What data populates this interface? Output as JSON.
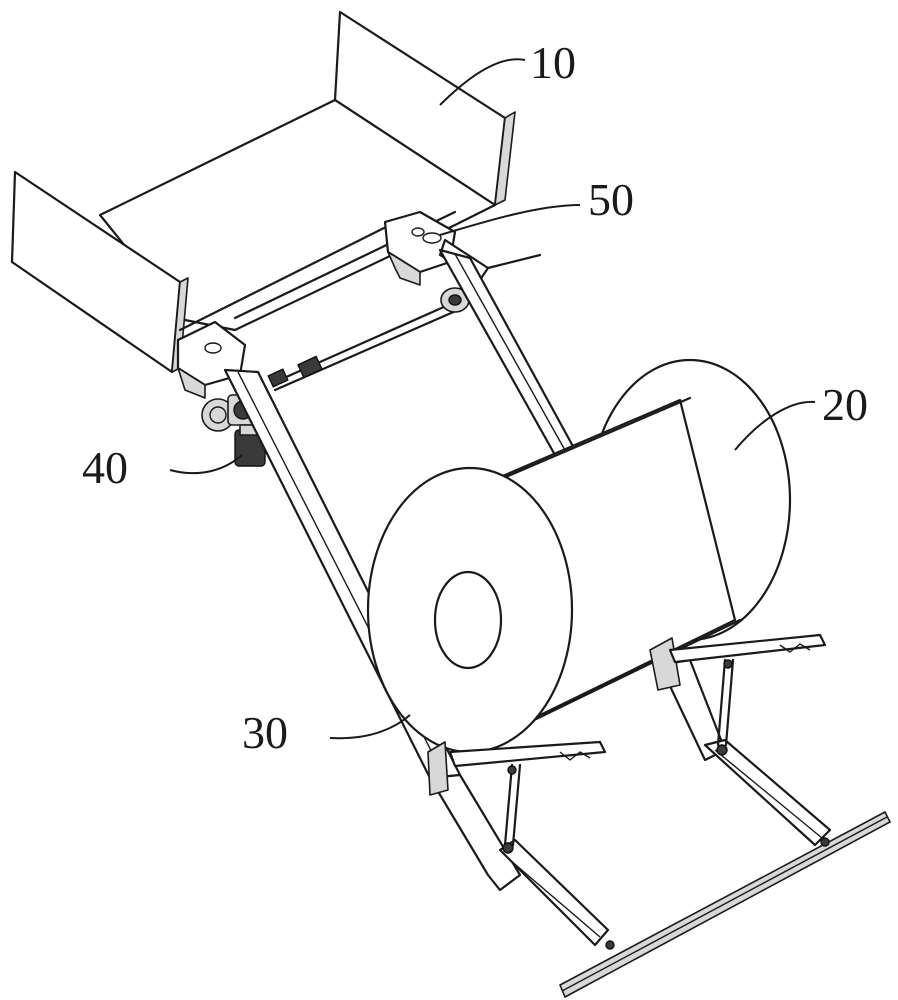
{
  "labels": {
    "tray": "10",
    "reel": "20",
    "frame": "30",
    "drive": "40",
    "bracket": "50"
  },
  "colors": {
    "line": "#1a1a1a",
    "background": "#ffffff",
    "shade": "#d8d8d8"
  }
}
